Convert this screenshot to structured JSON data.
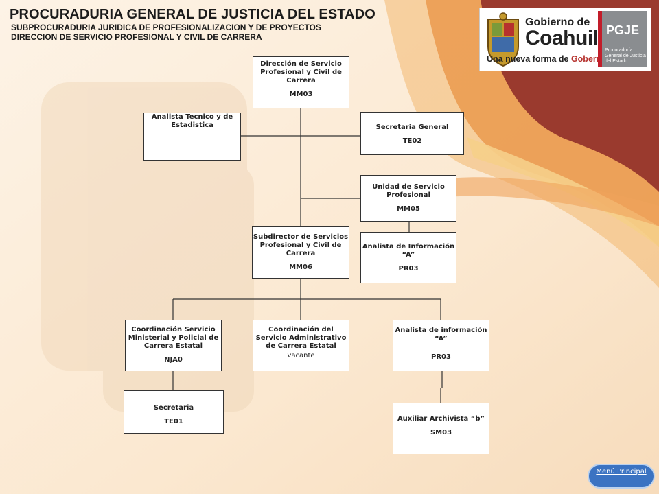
{
  "header": {
    "title": "PROCURADURIA GENERAL DE JUSTICIA DEL ESTADO",
    "subtitle_1": "SUBPROCURADURIA JURIDICA DE PROFESIONALIZACION Y DE PROYECTOS",
    "subtitle_2": "DIRECCION DE SERVICIO PROFESIONAL Y CIVIL DE CARRERA"
  },
  "logo": {
    "gobierno": "Gobierno de",
    "coahuila": "Coahuila",
    "slogan_1": "Una nueva forma de ",
    "slogan_2": "Gobernar",
    "pgje": "PGJE",
    "pgje_desc": "Procuraduría General de Justicia del Estado"
  },
  "org": {
    "direccion": {
      "label": "Dirección de Servicio Profesional y Civil de Carrera",
      "code": "MM03"
    },
    "analista_tecnico": {
      "label": "Analista Tecnico y de Estadistica"
    },
    "secretaria_general": {
      "label": "Secretaria General",
      "code": "TE02"
    },
    "unidad_servicio": {
      "label": "Unidad de Servicio Profesional",
      "code": "MM05"
    },
    "analista_info_1": {
      "label": "Analista de Información “A”",
      "code": "PR03"
    },
    "subdirector": {
      "label": "Subdirector de Servicios Profesional y Civil de Carrera",
      "code": "MM06"
    },
    "coord_ministerial": {
      "label": "Coordinación Servicio Ministerial y Policial de Carrera Estatal",
      "code": "NJA0"
    },
    "coord_administrativo": {
      "label": "Coordinación del Servicio Administrativo de Carrera Estatal",
      "note": "vacante"
    },
    "analista_info_2": {
      "label": "Analista de información “A”",
      "code": "PR03"
    },
    "secretaria": {
      "label": "Secretaria",
      "code": "TE01"
    },
    "auxiliar": {
      "label": "Auxiliar Archivista “b”",
      "code": "SM03"
    }
  },
  "menu": {
    "label": "Menú Principal"
  },
  "colors": {
    "accent_red": "#b6322e",
    "orange": "#e8903a",
    "brown": "#9a3a2e",
    "button_blue": "#3b73c2"
  }
}
